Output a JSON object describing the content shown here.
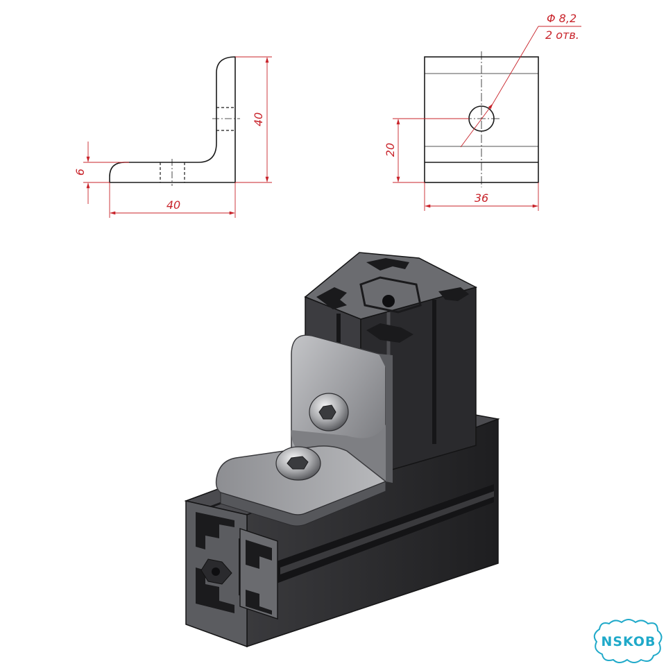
{
  "side_view": {
    "height_dim": "40",
    "width_dim": "40",
    "thickness_dim": "6"
  },
  "front_view": {
    "hole_diameter": "Φ 8,2",
    "hole_count": "2 отв.",
    "hole_height_dim": "20",
    "width_dim": "36"
  },
  "logo": {
    "text": "NSKOB",
    "color": "#1fa9c9"
  },
  "colors": {
    "dimension": "#c8232a",
    "outline": "#1a1a1a",
    "profile_dark": "#2c2c2e",
    "bracket": "#9a9b9e"
  }
}
